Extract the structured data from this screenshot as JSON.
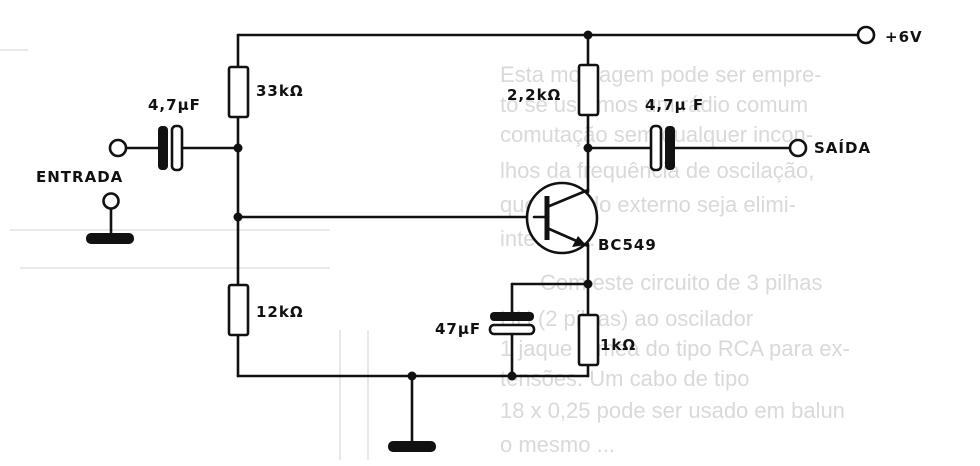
{
  "diagram": {
    "supply_label": "+6V",
    "input_label": "ENTRADA",
    "output_label": "SAÍDA",
    "components": {
      "r1": "33kΩ",
      "r2": "12kΩ",
      "rc": "2,2kΩ",
      "re": "1kΩ",
      "c_in": "4,7µF",
      "c_out": "4,7µ F",
      "c_e": "47µF",
      "transistor": "BC549"
    }
  },
  "background_text": {
    "lines": [
      "Esta montagem pode ser empre-",
      "to se usarmos um rádio comum",
      "comutação sem qualquer incon-",
      "lhos da frequência de oscilação,",
      "que o ruído externo seja elimi-",
      "interessa.",
      "Com este circuito de 3 pilhas",
      "HH (2 pilhas) ao oscilador",
      "1 jaque fêmea do tipo RCA para ex-",
      "tensões. Um cabo de tipo",
      "18 x 0,25 pode ser usado em balun",
      "o mesmo ..."
    ]
  },
  "colors": {
    "ink": "#111111",
    "background_print": "#d9d9d9"
  }
}
